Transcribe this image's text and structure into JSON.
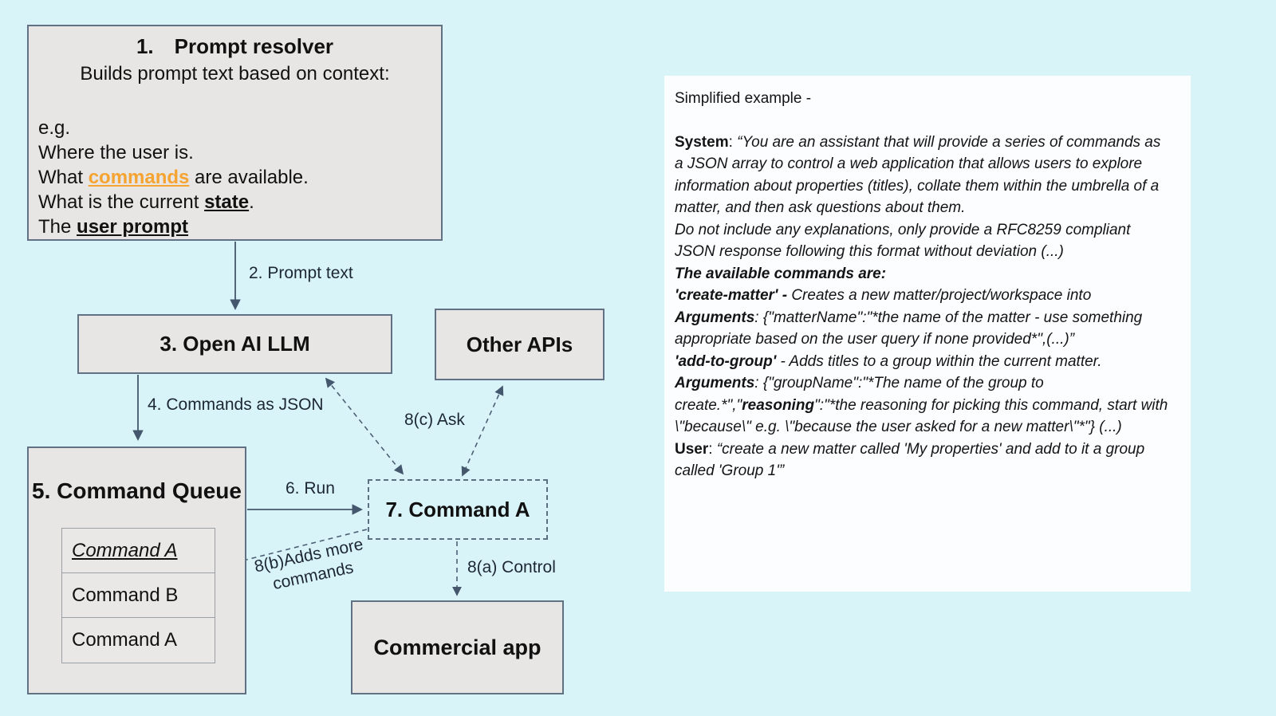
{
  "colors": {
    "background": "#d9f4f9",
    "box_fill": "#e7e6e5",
    "box_border": "#5f7183",
    "arrow": "#44576d",
    "link_orange": "#f5a331",
    "panel_bg": "#fbfdfe"
  },
  "diagram": {
    "prompt_resolver": {
      "number": "1.",
      "title": "Prompt resolver",
      "subtitle": "Builds prompt text based on context:",
      "eg": "e.g.",
      "line_where": "Where the user is.",
      "line_commands_pre": "What ",
      "line_commands_link": "commands",
      "line_commands_post": " are available.",
      "line_state_pre": "What is the current ",
      "line_state_em": "state",
      "line_state_post": ".",
      "line_user_pre": "The ",
      "line_user_em": "user prompt"
    },
    "llm_box": "3. Open AI LLM",
    "other_apis_box": "Other APIs",
    "queue": {
      "title": "5. Command Queue",
      "items": [
        "Command A",
        "Command B",
        "Command A"
      ]
    },
    "command_a_box": "7. Command A",
    "commercial_app_box": "Commercial app",
    "labels": {
      "prompt_text": "2. Prompt text",
      "commands_json": "4. Commands as JSON",
      "run": "6. Run",
      "ask": "8(c) Ask",
      "adds_more_line1": "8(b)Adds more",
      "adds_more_line2": "commands",
      "control": "8(a) Control"
    }
  },
  "example_panel": {
    "heading": "Simplified example -",
    "system_label": "System",
    "system_colon": ": ",
    "system_quote": "“You are an assistant that will provide a series of commands as a JSON array to control a web application that allows users to explore information about properties (titles), collate them within the umbrella of a matter, and then ask questions about them.",
    "system_rule": "Do not include any explanations, only provide a RFC8259 compliant JSON response following this format without deviation (...)",
    "available_heading": "The available commands are:",
    "cmd1_name": "'create-matter' - ",
    "cmd1_desc": "Creates a new matter/project/workspace into",
    "cmd1_args_label": "Arguments",
    "cmd1_args_text": ": {\"matterName\":\"*the name of the matter - use something appropriate based on the user query if none provided*\",(...)”",
    "cmd2_name": "'add-to-group'",
    "cmd2_desc": " - Adds titles to a group within the current matter.",
    "cmd2_args_label": "Arguments",
    "cmd2_args_pre": ": {\"groupName\":\"*The name of the group to create.*\",\"",
    "cmd2_args_bold": "reasoning",
    "cmd2_args_post": "\":\"*the reasoning for picking this command, start with \\\"because\\\" e.g. \\\"because the user asked for a new matter\\\"*\"} (...)",
    "user_label": "User",
    "user_colon": ": ",
    "user_quote": "“create a new matter called 'My properties' and add to it a group called 'Group 1'”"
  }
}
